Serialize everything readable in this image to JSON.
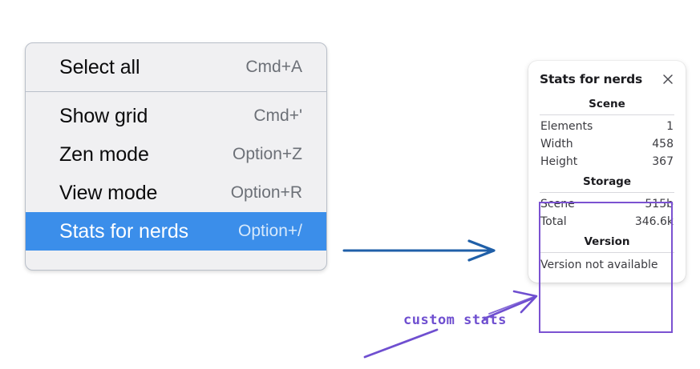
{
  "context_menu": {
    "name": "canvas-context-menu",
    "sections": [
      {
        "items": [
          {
            "label": "Select all",
            "shortcut": "Cmd+A",
            "selected": false
          }
        ]
      },
      {
        "items": [
          {
            "label": "Show grid",
            "shortcut": "Cmd+'",
            "selected": false
          },
          {
            "label": "Zen mode",
            "shortcut": "Option+Z",
            "selected": false
          },
          {
            "label": "View mode",
            "shortcut": "Option+R",
            "selected": false
          },
          {
            "label": "Stats for nerds",
            "shortcut": "Option+/",
            "selected": true
          }
        ]
      }
    ]
  },
  "stats_panel": {
    "title": "Stats for nerds",
    "close_icon": "close-icon",
    "scene": {
      "heading": "Scene",
      "rows": [
        {
          "key": "Elements",
          "value": "1"
        },
        {
          "key": "Width",
          "value": "458"
        },
        {
          "key": "Height",
          "value": "367"
        }
      ]
    },
    "storage": {
      "heading": "Storage",
      "rows": [
        {
          "key": "Scene",
          "value": "515b"
        },
        {
          "key": "Total",
          "value": "346.6k"
        }
      ]
    },
    "version": {
      "heading": "Version",
      "note": "Version not available"
    }
  },
  "annotations": {
    "custom_stats_label": "custom stats",
    "blue_arrow_name": "menu-to-panel-arrow",
    "purple_arrow_name": "custom-stats-pointer-arrow"
  },
  "colors": {
    "menu_background": "#f0f0f2",
    "menu_border": "#b9bfc9",
    "selected_row": "#3b8eea",
    "panel_background": "#ffffff",
    "highlight_purple": "#7b52d1",
    "annotation_purple": "#6f4fd0",
    "blue_arrow": "#1f5fa8"
  }
}
